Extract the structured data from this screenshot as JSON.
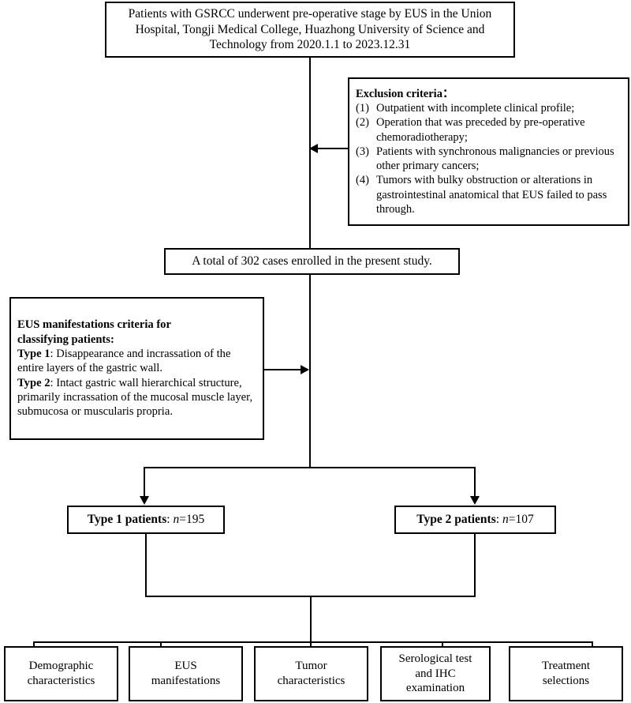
{
  "figure": {
    "type": "flowchart",
    "orientation": "top-to-bottom"
  },
  "enrollment": {
    "title": "Patients with GSRCC underwent pre-operative stage by EUS in the Union Hospital, Tongji Medical College, Huazhong University of Science and Technology from 2020.1.1 to 2023.12.31"
  },
  "exclusion": {
    "heading": "Exclusion criteria：",
    "items": [
      {
        "num": "(1)",
        "text": "Outpatient with incomplete clinical profile;"
      },
      {
        "num": "(2)",
        "text": "Operation that was preceded by pre-operative chemoradiotherapy;"
      },
      {
        "num": "(3)",
        "text": "Patients with synchronous malignancies or previous other primary cancers;"
      },
      {
        "num": "(4)",
        "text": "Tumors with bulky obstruction or alterations in gastrointestinal anatomical that EUS failed to pass through."
      }
    ]
  },
  "enrolled": {
    "text": "A total of 302 cases enrolled in the present study.",
    "count": 302
  },
  "criteria": {
    "heading_line1": "EUS manifestations criteria for",
    "heading_line2": "classifying patients:",
    "type1_label": "Type 1",
    "type1_text": ": Disappearance and incrassation of the entire layers of the gastric wall.",
    "type2_label": "Type 2",
    "type2_text": ": Intact gastric wall hierarchical structure, primarily incrassation of the mucosal muscle layer, submucosa or muscularis propria."
  },
  "groups": [
    {
      "label": "Type 1 patients",
      "sep": ": ",
      "nsym": "n",
      "nval": "=195",
      "count": 195
    },
    {
      "label": "Type 2 patients",
      "sep": ": ",
      "nsym": "n",
      "nval": "=107",
      "count": 107
    }
  ],
  "outcomes": [
    {
      "line1": "Demographic",
      "line2": "characteristics",
      "line3": ""
    },
    {
      "line1": "EUS",
      "line2": "manifestations",
      "line3": ""
    },
    {
      "line1": "Tumor",
      "line2": "characteristics",
      "line3": ""
    },
    {
      "line1": "Serological test",
      "line2": "and IHC",
      "line3": "examination"
    },
    {
      "line1": "Treatment",
      "line2": "selections",
      "line3": ""
    }
  ],
  "colors": {
    "stroke": "#000000",
    "background": "#ffffff",
    "text": "#000000"
  }
}
